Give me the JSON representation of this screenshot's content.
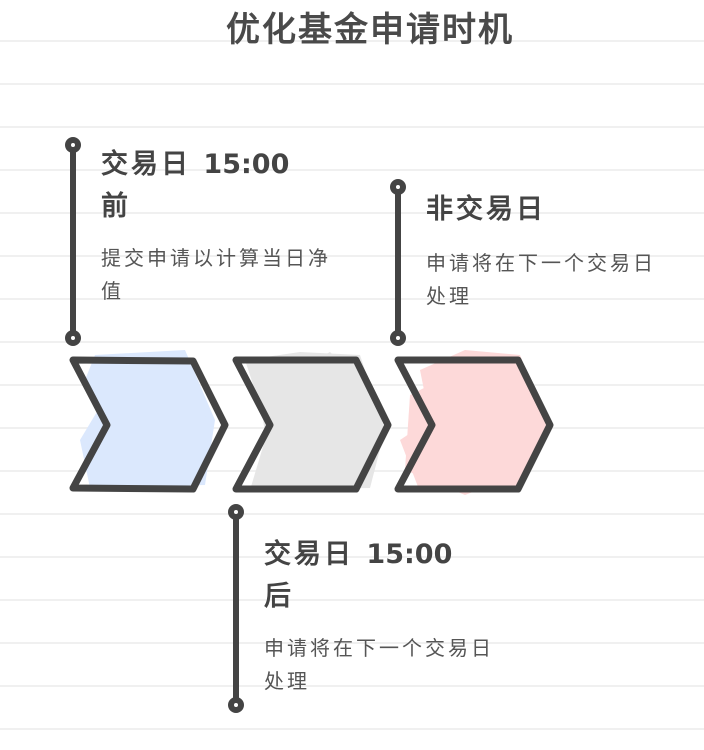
{
  "title": "优化基金申请时机",
  "colors": {
    "ink": "#444444",
    "chevron_1_fill": "#dbe8fd",
    "chevron_2_fill": "#e6e6e6",
    "chevron_3_fill": "#fdd9d9",
    "rule_line": "#f0f0f0"
  },
  "steps": [
    {
      "position": "top",
      "heading_prefix": "交易日",
      "heading_time": "15:00",
      "heading_suffix": "前",
      "description": "提交申请以计算当日净值"
    },
    {
      "position": "bottom",
      "heading_prefix": "交易日",
      "heading_time": "15:00",
      "heading_suffix": "后",
      "description": "申请将在下一个交易日处理"
    },
    {
      "position": "top",
      "heading_prefix": "非交易日",
      "heading_time": "",
      "heading_suffix": "",
      "description": "申请将在下一个交易日处理"
    }
  ],
  "chevron_icon": "chevron-arrow"
}
